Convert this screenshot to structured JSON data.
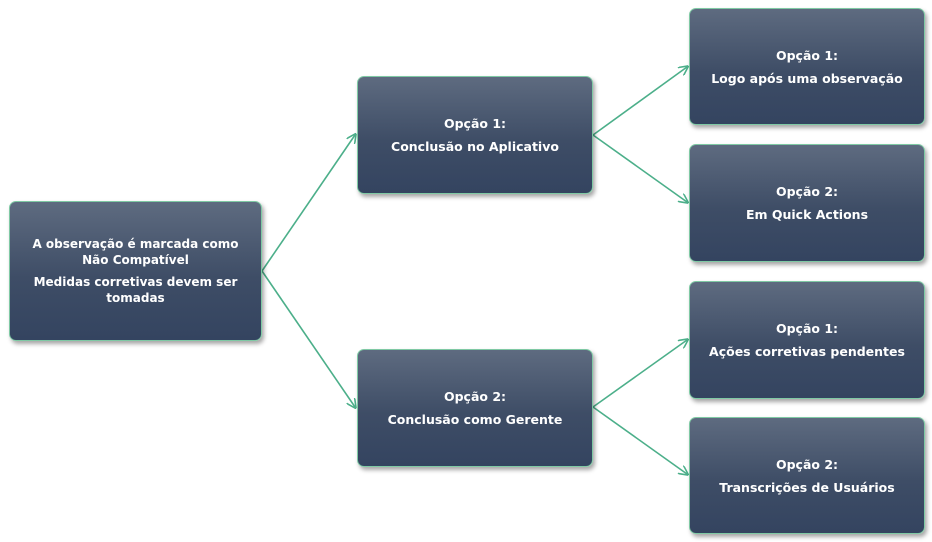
{
  "colors": {
    "connector": "#4caf8a",
    "node_border": "#7fc9a4",
    "node_fill_top": "#5e6b80",
    "node_fill_bottom": "#344460",
    "node_text": "#ffffff"
  },
  "nodes": {
    "root": {
      "line1": "A observação é marcada como Não Compatível",
      "line2": "Medidas corretivas devem ser tomadas"
    },
    "option_1": {
      "heading": "Opção 1:",
      "text": "Conclusão no Aplicativo"
    },
    "option_2": {
      "heading": "Opção 2:",
      "text": "Conclusão como Gerente"
    },
    "option_1_1": {
      "heading": "Opção 1:",
      "text": "Logo após uma observação"
    },
    "option_1_2": {
      "heading": "Opção 2:",
      "text": "Em Quick Actions"
    },
    "option_2_1": {
      "heading": "Opção 1:",
      "text": "Ações corretivas pendentes"
    },
    "option_2_2": {
      "heading": "Opção 2:",
      "text": "Transcrições de Usuários"
    }
  }
}
